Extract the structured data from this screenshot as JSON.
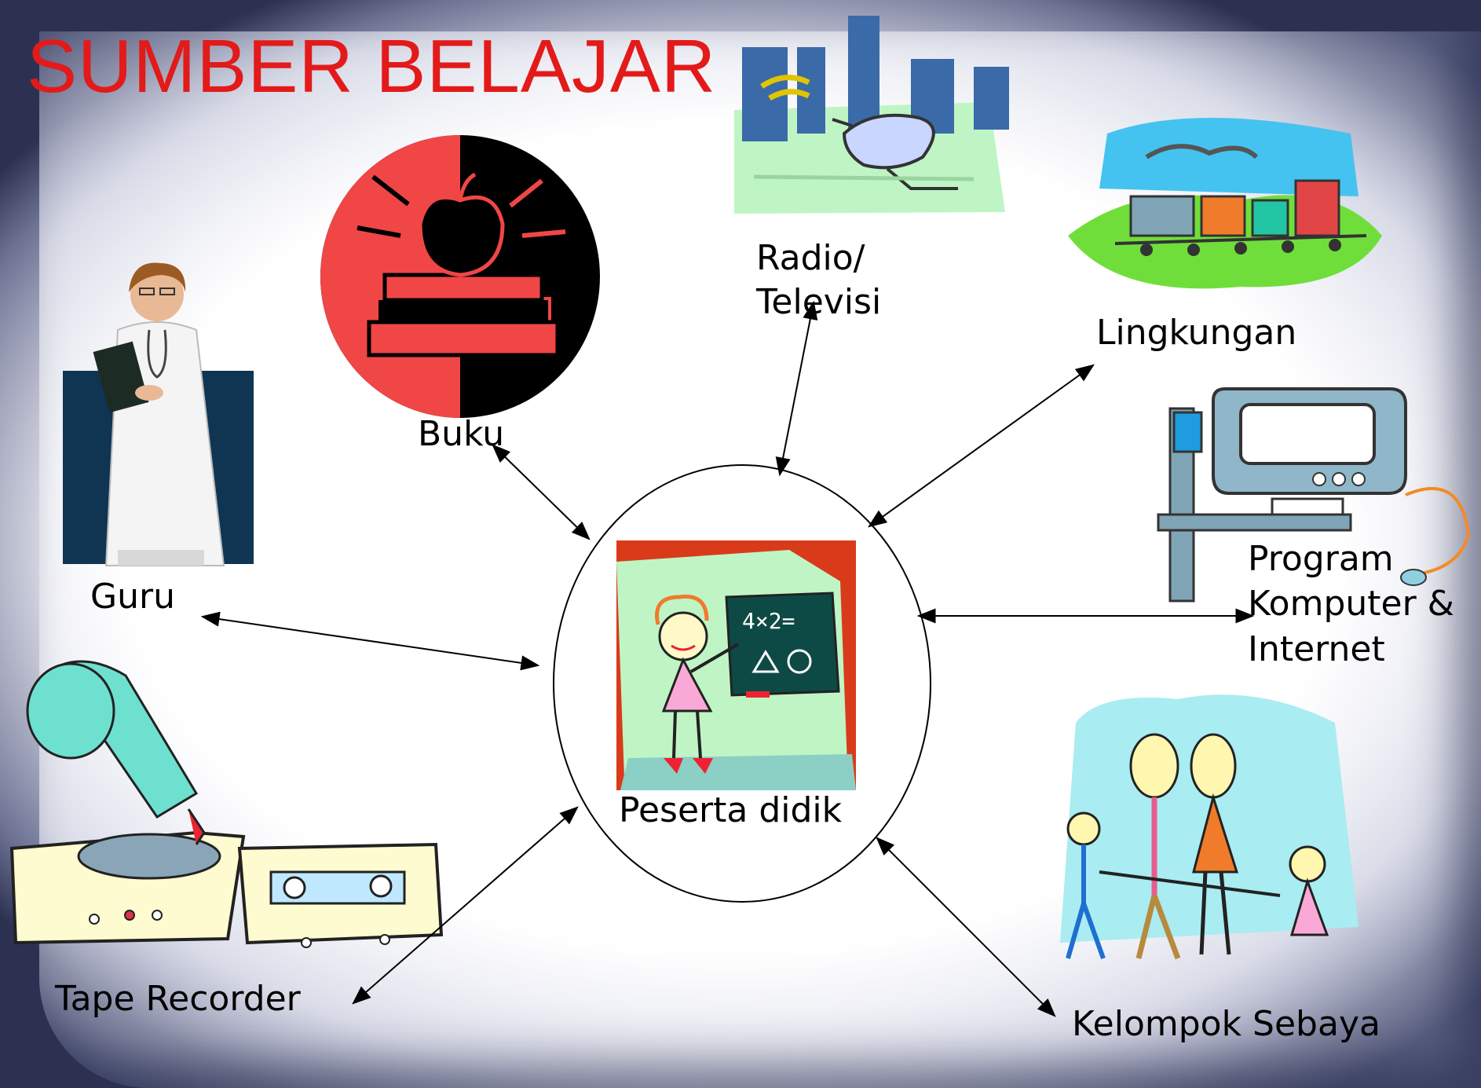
{
  "title": "SUMBER BELAJAR",
  "center": {
    "label": "Peserta didik"
  },
  "sources": [
    {
      "id": "guru",
      "label": "Guru",
      "icon": "teacher-doctor-icon"
    },
    {
      "id": "buku",
      "label": "Buku",
      "icon": "books-apple-icon"
    },
    {
      "id": "radio",
      "label_line1": "Radio/",
      "label_line2": "Televisi",
      "icon": "satellite-broadcast-icon"
    },
    {
      "id": "lingkungan",
      "label": "Lingkungan",
      "icon": "train-landscape-icon"
    },
    {
      "id": "program",
      "label_line1": "Program",
      "label_line2": "Komputer &",
      "label_line3": "Internet",
      "icon": "computer-icon"
    },
    {
      "id": "kelompok",
      "label": "Kelompok Sebaya",
      "icon": "family-children-icon"
    },
    {
      "id": "tape",
      "label": "Tape Recorder",
      "icon": "gramophone-cassette-icon"
    }
  ],
  "colors": {
    "title": "#e31a1a",
    "arrow": "#000000"
  }
}
